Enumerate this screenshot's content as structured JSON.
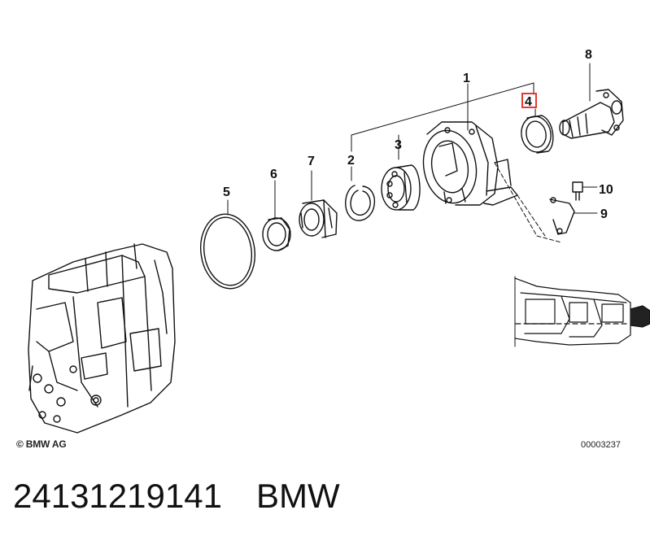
{
  "callouts": {
    "c1": "1",
    "c2": "2",
    "c3": "3",
    "c4": "4",
    "c5": "5",
    "c6": "6",
    "c7": "7",
    "c8": "8",
    "c9": "9",
    "c10": "10"
  },
  "highlighted_callout": "4",
  "highlight_color": "#e53935",
  "copyright": "© BMW AG",
  "drawing_number": "00003237",
  "part_number": "24131219141",
  "brand": "BMW"
}
